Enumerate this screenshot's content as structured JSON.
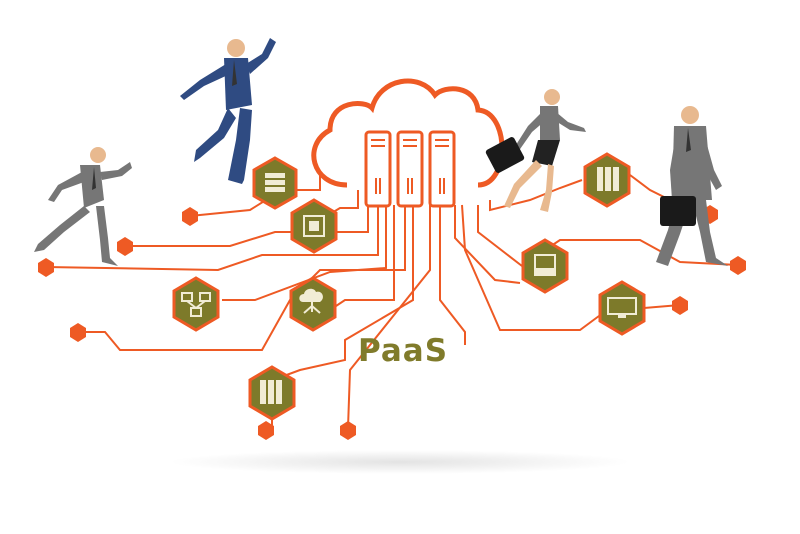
{
  "scene": {
    "center_label": "PaaS",
    "colors": {
      "accent": "#ee5a24",
      "hex_fill": "#7d7a2a",
      "hex_border": "#ee5a24",
      "icon": "#f1ecd5",
      "label": "#807b2b",
      "suit": "#767676",
      "shadow": "#e3e3e3"
    },
    "icons": [
      "server-icon",
      "chip-icon",
      "network-icon",
      "cloud-network-icon",
      "storage-icon",
      "database-icon",
      "cloud-drive-icon",
      "monitor-cloud-icon"
    ],
    "people": [
      "running-businessman",
      "jumping-businessman",
      "running-businesswoman",
      "walking-businessman"
    ]
  }
}
